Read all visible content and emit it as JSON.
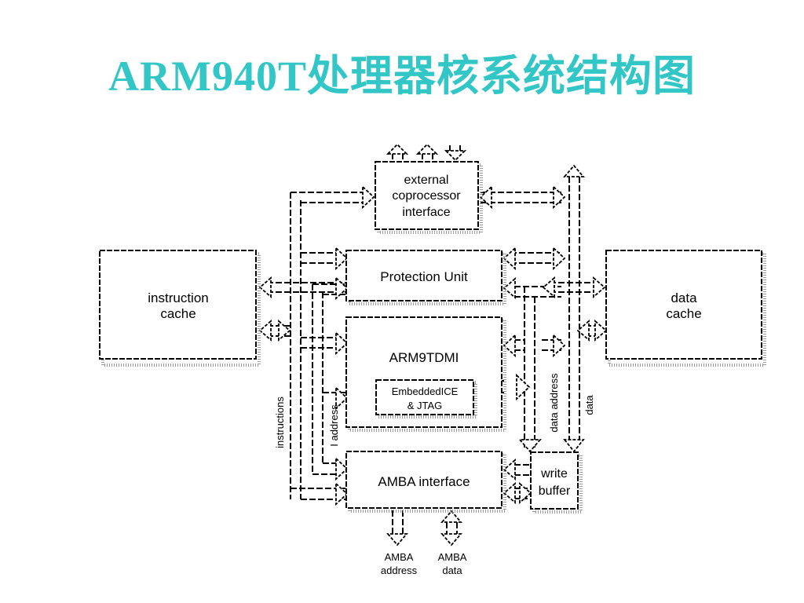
{
  "title": "ARM940T处理器核系统结构图",
  "blocks": {
    "coprocessor": [
      "external",
      "coprocessor",
      "interface"
    ],
    "protection_unit": "Protection Unit",
    "instruction_cache": [
      "instruction",
      "cache"
    ],
    "data_cache": [
      "data",
      "cache"
    ],
    "arm9tdmi": "ARM9TDMI",
    "embeddedice": [
      "EmbeddedICE",
      "& JTAG"
    ],
    "amba_interface": "AMBA interface",
    "write_buffer": [
      "write",
      "buffer"
    ]
  },
  "bus_labels": {
    "instructions": "instructions",
    "i_address": "I address",
    "data_address": "data address",
    "data": "data",
    "amba_address": [
      "AMBA",
      "address"
    ],
    "amba_data": [
      "AMBA",
      "data"
    ]
  }
}
